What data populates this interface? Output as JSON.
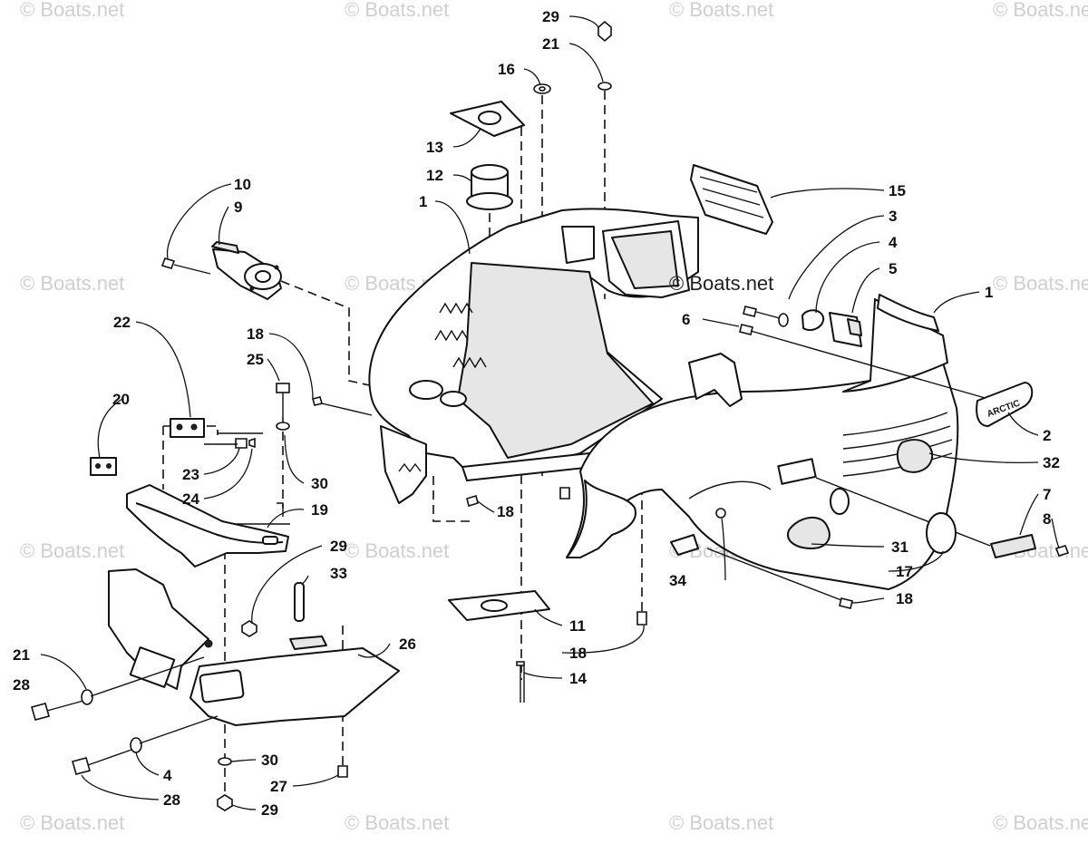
{
  "watermark": "© Boats.net",
  "callouts": [
    {
      "id": "c29a",
      "text": "29"
    },
    {
      "id": "c21a",
      "text": "21"
    },
    {
      "id": "c16",
      "text": "16"
    },
    {
      "id": "c13",
      "text": "13"
    },
    {
      "id": "c12",
      "text": "12"
    },
    {
      "id": "c1a",
      "text": "1"
    },
    {
      "id": "c10",
      "text": "10"
    },
    {
      "id": "c9",
      "text": "9"
    },
    {
      "id": "c15",
      "text": "15"
    },
    {
      "id": "c3",
      "text": "3"
    },
    {
      "id": "c4a",
      "text": "4"
    },
    {
      "id": "c5",
      "text": "5"
    },
    {
      "id": "c6",
      "text": "6"
    },
    {
      "id": "c1b",
      "text": "1"
    },
    {
      "id": "c22",
      "text": "22"
    },
    {
      "id": "c18a",
      "text": "18"
    },
    {
      "id": "c25",
      "text": "25"
    },
    {
      "id": "c20",
      "text": "20"
    },
    {
      "id": "c23",
      "text": "23"
    },
    {
      "id": "c24",
      "text": "24"
    },
    {
      "id": "c30a",
      "text": "30"
    },
    {
      "id": "c19",
      "text": "19"
    },
    {
      "id": "c18b",
      "text": "18"
    },
    {
      "id": "c2",
      "text": "2"
    },
    {
      "id": "c32",
      "text": "32"
    },
    {
      "id": "c7",
      "text": "7"
    },
    {
      "id": "c8",
      "text": "8"
    },
    {
      "id": "c29b",
      "text": "29"
    },
    {
      "id": "c33",
      "text": "33"
    },
    {
      "id": "c31",
      "text": "31"
    },
    {
      "id": "c34",
      "text": "34"
    },
    {
      "id": "c17",
      "text": "17"
    },
    {
      "id": "c18c",
      "text": "18"
    },
    {
      "id": "c11",
      "text": "11"
    },
    {
      "id": "c26",
      "text": "26"
    },
    {
      "id": "c18d",
      "text": "18"
    },
    {
      "id": "c21b",
      "text": "21"
    },
    {
      "id": "c28a",
      "text": "28"
    },
    {
      "id": "c14",
      "text": "14"
    },
    {
      "id": "c4b",
      "text": "4"
    },
    {
      "id": "c30b",
      "text": "30"
    },
    {
      "id": "c28b",
      "text": "28"
    },
    {
      "id": "c27",
      "text": "27"
    },
    {
      "id": "c29c",
      "text": "29"
    }
  ],
  "badge_text": "ARCTIC",
  "colors": {
    "ink": "#111111",
    "watermark": "#cfcfcf",
    "paper": "#ffffff"
  }
}
